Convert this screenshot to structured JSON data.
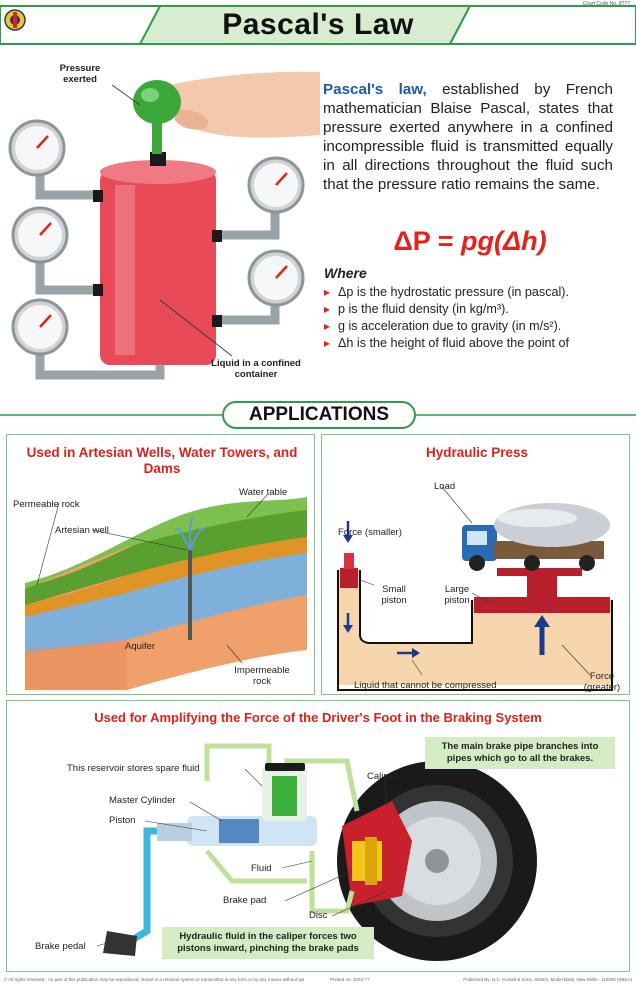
{
  "header": {
    "title": "Pascal's Law",
    "chart_code": "Chart Code No. 8???"
  },
  "intro": {
    "lead": "Pascal's law,",
    "body": " established by French mathematician Blaise Pascal, states that pressure exerted anywhere in a confined incompressible fluid is transmitted equally in all directions throughout the fluid such that the pressure ratio remains the same."
  },
  "formula": {
    "lhs": "ΔP = ",
    "rhs": "pg(Δh)"
  },
  "where_label": "Where",
  "definitions": [
    "Δp is the hydrostatic pressure (in pascal).",
    "p is the fluid density (in kg/m³).",
    "g is acceleration due to gravity (in m/s²).",
    "Δh is the height of fluid above the point of"
  ],
  "top_diagram": {
    "pressure_label": "Pressure exerted",
    "container_label": "Liquid in a confined container"
  },
  "applications_label": "APPLICATIONS",
  "artesian": {
    "title": "Used in Artesian Wells, Water Towers, and Dams",
    "labels": {
      "water_table": "Water table",
      "permeable": "Permeable rock",
      "well": "Artesian well",
      "aquifer": "Aquifer",
      "impermeable": "Impermeable rock"
    }
  },
  "press": {
    "title": "Hydraulic Press",
    "labels": {
      "load": "Load",
      "force_smaller": "Force (smaller)",
      "small_piston": "Small piston",
      "large_piston": "Large piston",
      "liquid": "Liquid that cannot be compressed",
      "force_greater": "Force (greater)"
    }
  },
  "brakes": {
    "title": "Used for Amplifying the Force of the Driver's Foot in the Braking System",
    "note_top": "The main brake pipe branches into pipes which go to all the brakes.",
    "note_bottom": "Hydraulic fluid in the caliper forces two pistons inward, pinching the brake pads",
    "labels": {
      "reservoir": "This reservoir stores spare fluid",
      "master": "Master Cylinder",
      "piston": "Piston",
      "fluid": "Fluid",
      "brake_pad": "Brake pad",
      "disc": "Disc",
      "caliper": "Caliper",
      "pedal": "Brake pedal"
    }
  },
  "footer": {
    "left": "© All rights reserved - no part of this publication may be reproduced, stored in a retrieval system or transmitted in any form or by any means without specific prior permission of the publisher.",
    "mid": "Printed on: 2023-??",
    "right": "Published By: N.C. Kursell & Sons, 3046/2, Model Basti, New Delhi - 110005 (INDIA)"
  },
  "colors": {
    "accent_red": "#e3231b",
    "accent_blue": "#1a5aa8",
    "frame_green": "#2e9c4a"
  }
}
